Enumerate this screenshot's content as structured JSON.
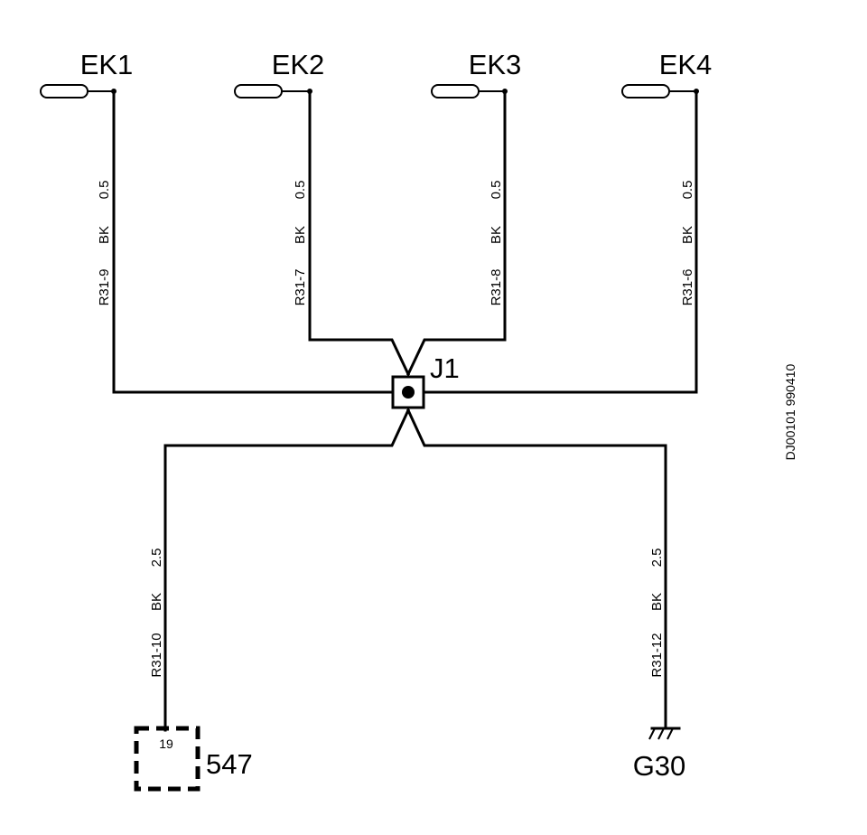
{
  "components": {
    "ek1": "EK1",
    "ek2": "EK2",
    "ek3": "EK3",
    "ek4": "EK4",
    "junction": "J1",
    "module": "547",
    "module_pin": "19",
    "ground": "G30"
  },
  "wires": {
    "ek1": {
      "gauge": "0.5",
      "color": "BK",
      "circuit": "R31-9"
    },
    "ek2": {
      "gauge": "0.5",
      "color": "BK",
      "circuit": "R31-7"
    },
    "ek3": {
      "gauge": "0.5",
      "color": "BK",
      "circuit": "R31-8"
    },
    "ek4": {
      "gauge": "0.5",
      "color": "BK",
      "circuit": "R31-6"
    },
    "module": {
      "gauge": "2.5",
      "color": "BK",
      "circuit": "R31-10"
    },
    "ground": {
      "gauge": "2.5",
      "color": "BK",
      "circuit": "R31-12"
    }
  },
  "reference": "DJ00101 990410"
}
